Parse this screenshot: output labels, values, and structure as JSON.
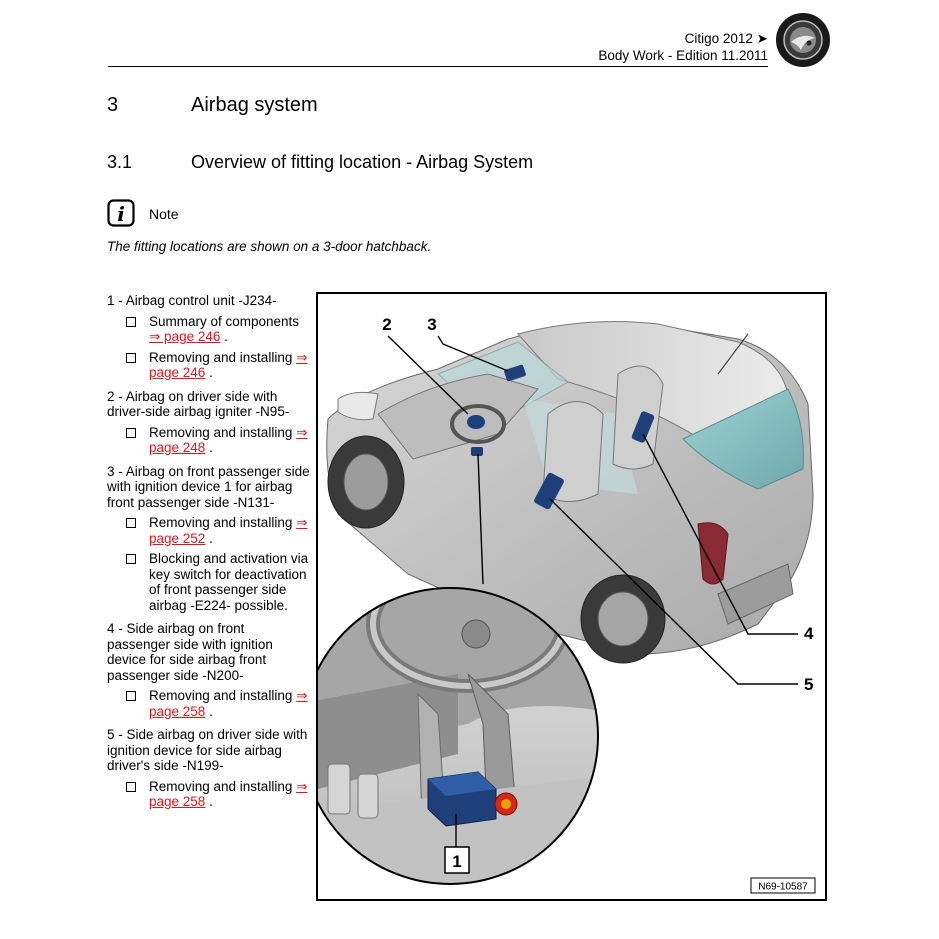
{
  "header": {
    "line1": "Citigo 2012 ➤",
    "line2": "Body Work - Edition 11.2011",
    "logo_icon": "skoda-logo-icon"
  },
  "section": {
    "number": "3",
    "title": "Airbag system"
  },
  "subsection": {
    "number": "3.1",
    "title": "Overview of fitting location - Airbag System"
  },
  "note": {
    "icon": "info-icon",
    "label": "Note"
  },
  "intro": "The fitting locations are shown on a 3-door hatchback.",
  "legend": [
    {
      "title": "1 - Airbag control unit -J234-",
      "subs": [
        {
          "text": "Summary of components",
          "link": "⇒ page 246"
        },
        {
          "text": "Removing and installing",
          "link": "⇒ page 246"
        }
      ]
    },
    {
      "title": "2 - Airbag on driver side with driver-side airbag igniter -N95-",
      "subs": [
        {
          "text": "Removing and installing",
          "link": "⇒ page 248"
        }
      ]
    },
    {
      "title": "3 - Airbag on front passenger side with ignition device 1 for airbag front passenger side -N131-",
      "subs": [
        {
          "text": "Removing and installing",
          "link": "⇒ page 252"
        },
        {
          "text": "Blocking and activation via key switch for deactivation of front passenger side airbag -E224- possible.",
          "link": ""
        }
      ]
    },
    {
      "title": "4 - Side airbag on front passenger side with ignition device for side airbag front passenger side -N200-",
      "subs": [
        {
          "text": "Removing and installing",
          "link": "⇒ page 258"
        }
      ]
    },
    {
      "title": "5 - Side airbag on driver side with ignition device for side airbag driver's side -N199-",
      "subs": [
        {
          "text": "Removing and installing",
          "link": "⇒ page 258"
        }
      ]
    }
  ],
  "figure": {
    "callouts": [
      "1",
      "2",
      "3",
      "4",
      "5"
    ],
    "ref_code": "N69-10587",
    "colors": {
      "airbag_component": "#1f3f7a",
      "glass": "#8fc6c8",
      "taillight": "#8a2a35",
      "connector": "#d62818"
    }
  }
}
